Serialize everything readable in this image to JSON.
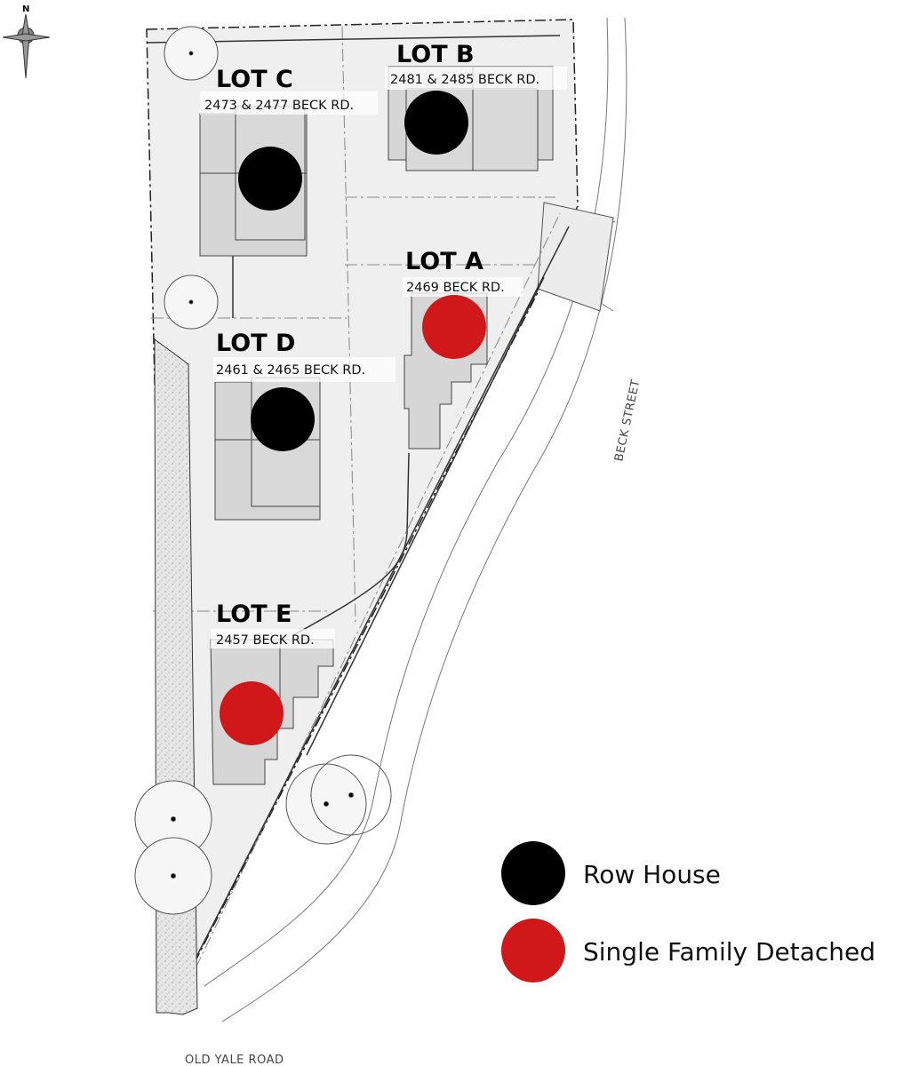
{
  "compass": {
    "label": "N"
  },
  "lots": [
    {
      "id": "C",
      "title": "LOT C",
      "address": "2473 & 2477 BECK RD.",
      "type": "row-house"
    },
    {
      "id": "B",
      "title": "LOT B",
      "address": "2481 & 2485 BECK RD.",
      "type": "row-house"
    },
    {
      "id": "A",
      "title": "LOT A",
      "address": "2469 BECK RD.",
      "type": "single-family"
    },
    {
      "id": "D",
      "title": "LOT D",
      "address": "2461 & 2465 BECK RD.",
      "type": "row-house"
    },
    {
      "id": "E",
      "title": "LOT E",
      "address": "2457 BECK RD.",
      "type": "single-family"
    }
  ],
  "streets": {
    "east": "BECK STREET",
    "south": "OLD YALE ROAD"
  },
  "legend": {
    "row_house": {
      "label": "Row House",
      "color": "#000000"
    },
    "single_family": {
      "label": "Single Family Detached",
      "color": "#d0181a"
    }
  }
}
